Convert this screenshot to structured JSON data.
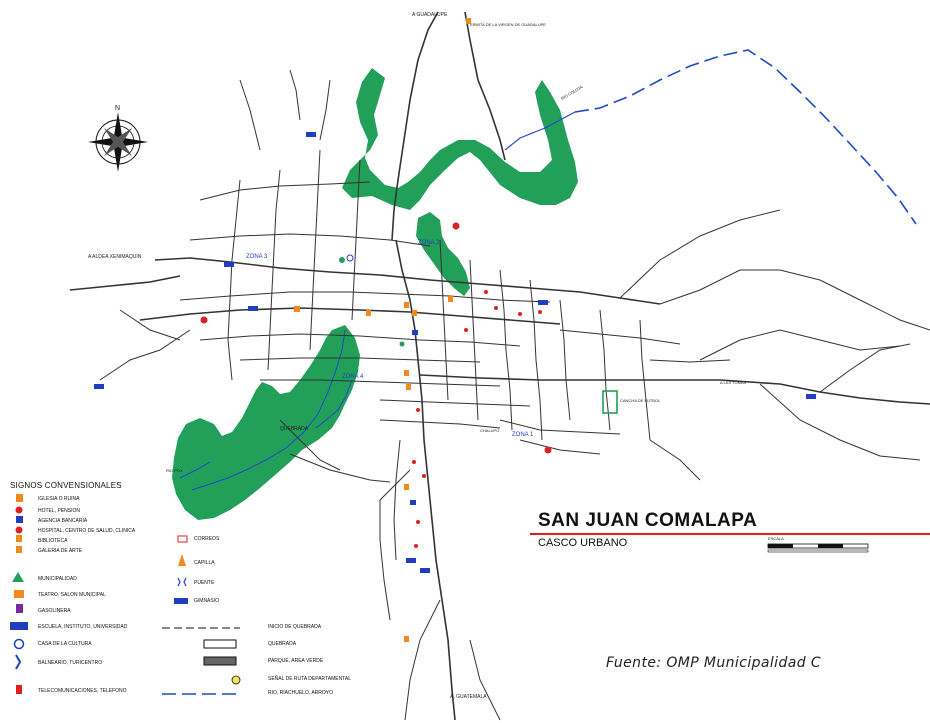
{
  "map": {
    "title": "SAN JUAN COMALAPA",
    "subtitle": "CASCO URBANO",
    "source": "Fuente: OMP Municipalidad C",
    "scale_label": "ESCALA",
    "north_label": "N"
  },
  "places": {
    "guadalupe": "A GUADALUPE",
    "ermita": "ERMITA DE LA VIRGEN DE GUADALUPE",
    "rio_colota": "RIO COLOTA",
    "aldea_xenimaquin": "A ALDEA XENIMAQUIN",
    "zona2": "ZONA 2",
    "zona3": "ZONA 3",
    "zona4": "ZONA 4",
    "zona1": "ZONA 1",
    "quebrada": "QUEBRADA",
    "rio_pixcaya": "RIO POX",
    "aldea_tomas": "A LAS TOMAS",
    "cancha": "CANCHA DE FUTBOL",
    "chalupo": "CHALUPO",
    "guatemala": "A. GUATEMALA"
  },
  "legend": {
    "title": "SIGNOS CONVENSIONALES",
    "items": [
      "IGLESIA O RUINA",
      "HOTEL, PENSION",
      "AGENCIA BANCARIA",
      "HOSPITAL, CENTRO DE SALUD, CLINICA",
      "BIBLIOTECA",
      "GALERIA DE ARTE",
      "MUNICIPALIDAD",
      "TEATRO, SALON MUNICIPAL",
      "GASOLINERA",
      "ESCUELA, INSTITUTO, UNIVERSIDAD",
      "CASA DE LA CULTURA",
      "BALNEARIO, TURICENTRO",
      "TELECOMUNICACIONES, TELEFONO"
    ],
    "items2": [
      "CORREOS",
      "CAPILLA",
      "PUENTE",
      "GIMNASIO"
    ],
    "items3": [
      "INICIO DE QUEBRADA",
      "QUEBRADA",
      "PARQUE, AREA VERDE",
      "SEÑAL DE RUTA DEPARTAMENTAL",
      "RIO, RIACHUELO, ARROYO"
    ]
  },
  "colors": {
    "green_area": "#22a05a",
    "river": "#1f49c8",
    "road": "#333333",
    "title_rule": "#e02020"
  }
}
